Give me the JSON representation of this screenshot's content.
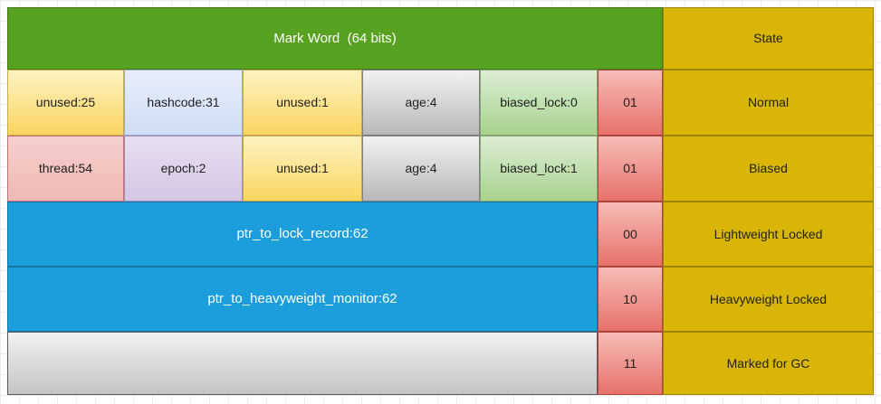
{
  "header": {
    "mark_word": "Mark Word  (64 bits)",
    "state": "State"
  },
  "rows": [
    {
      "fields": [
        "unused:25",
        "hashcode:31",
        "unused:1",
        "age:4",
        "biased_lock:0"
      ],
      "bits": "01",
      "state": "Normal"
    },
    {
      "fields": [
        "thread:54",
        "epoch:2",
        "unused:1",
        "age:4",
        "biased_lock:1"
      ],
      "bits": "01",
      "state": "Biased"
    },
    {
      "fields": [
        "ptr_to_lock_record:62"
      ],
      "bits": "00",
      "state": "Lightweight Locked"
    },
    {
      "fields": [
        "ptr_to_heavyweight_monitor:62"
      ],
      "bits": "10",
      "state": "Heavyweight Locked"
    },
    {
      "fields": [],
      "bits": "11",
      "state": "Marked for GC"
    }
  ],
  "palette": {
    "header_green": "#58a221",
    "state_gold": "#d9b507",
    "pointer_blue": "#1c9edd",
    "bits_red": "#e7716a",
    "field_yellow": "#fbd55f",
    "field_light_blue": "#cfdef5",
    "field_gray": "#b8b8b8",
    "field_light_green": "#a8d28d",
    "field_pink": "#efb9b5",
    "field_lavender": "#d5c6e5"
  }
}
